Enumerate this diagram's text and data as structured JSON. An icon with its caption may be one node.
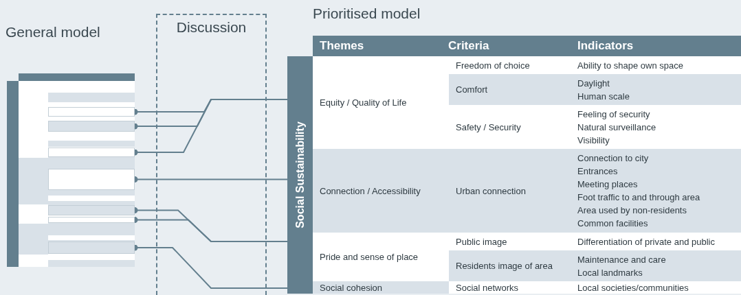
{
  "diagram": {
    "nodes": [
      {
        "text": [
          "General model"
        ]
      },
      {
        "text": [],
        "shape": "bar",
        "in": 0
      },
      {
        "text": [],
        "shape": "bar",
        "in": 0
      },
      {
        "text": [],
        "shape": "bar",
        "in": 0
      },
      {
        "text": [],
        "shape": "bar",
        "in": 0
      },
      {
        "text": [],
        "shape": "bar",
        "in": 0
      },
      {
        "text": [],
        "shape": "bar",
        "in": 0
      },
      {
        "text": [],
        "shape": "bar",
        "in": 0
      },
      {
        "text": [
          "Prioritised model"
        ]
      },
      {
        "text": [
          "Social Sustainability"
        ]
      },
      {
        "text": [
          "Equity / Quality of Life"
        ],
        "in": 8
      },
      {
        "text": [
          "Connection / Accessibility"
        ],
        "in": 8
      },
      {
        "text": [
          "Pride and sense of place"
        ],
        "in": 8
      },
      {
        "text": [
          "Social cohesion"
        ],
        "in": 8
      }
    ],
    "edges": [
      {
        "from": 1,
        "to": 9,
        "arrow": "other"
      },
      {
        "from": 2,
        "to": 9,
        "arrow": "other"
      },
      {
        "from": 3,
        "to": 9,
        "arrow": "other"
      },
      {
        "from": 4,
        "to": 9,
        "arrow": "other"
      },
      {
        "from": 5,
        "to": 9,
        "arrow": "other"
      },
      {
        "from": 6,
        "to": 9,
        "arrow": "other"
      },
      {
        "from": 7,
        "to": 9,
        "arrow": "other"
      }
    ],
    "labels": [
      "Discussion",
      "Themes",
      "Criteria",
      "Indicators",
      "Freedom of choice",
      "Ability to shape own space",
      "Comfort",
      "Daylight",
      "Human scale",
      "Safety / Security",
      "Feeling of security",
      "Natural surveillance",
      "Visibility",
      "Urban connection",
      "Connection to city",
      "Entrances",
      "Meeting places",
      "Foot traffic to and through area",
      "Area used by non-residents",
      "Common facilities",
      "Public image",
      "Differentiation of private and public",
      "Residents image of area",
      "Maintenance and care",
      "Local landmarks",
      "Social networks",
      "Local societies/communities"
    ]
  }
}
